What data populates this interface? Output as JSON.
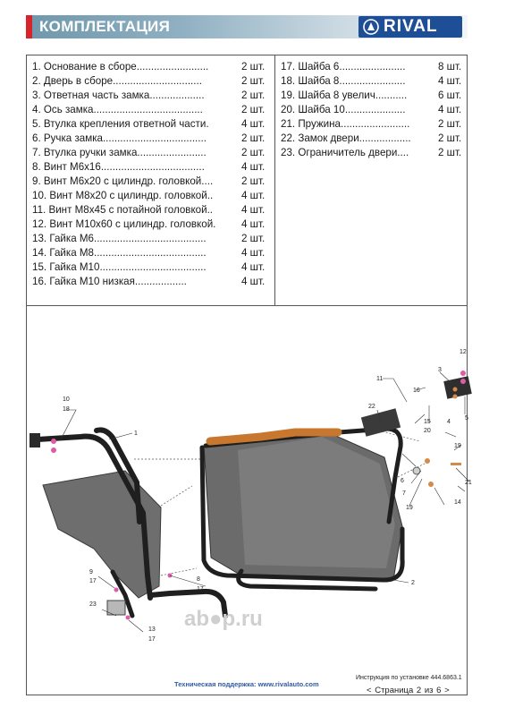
{
  "header": {
    "title": "КОМПЛЕКТАЦИЯ",
    "brand": "RIVAL",
    "accent_color": "#d8232a",
    "brand_color": "#1e4e96"
  },
  "parts_left": [
    {
      "name": "1. Основание в сборе.........................",
      "qty": "2 шт."
    },
    {
      "name": "2. Дверь в сборе...............................",
      "qty": "2 шт."
    },
    {
      "name": "3. Ответная часть замка...................",
      "qty": "2 шт."
    },
    {
      "name": "4. Ось замка......................................",
      "qty": "2 шт."
    },
    {
      "name": "5. Втулка крепления ответной части.",
      "qty": "4 шт."
    },
    {
      "name": "6. Ручка замка....................................",
      "qty": "2 шт."
    },
    {
      "name": "7. Втулка ручки замка........................",
      "qty": "2 шт."
    },
    {
      "name": "8. Винт М6х16....................................",
      "qty": "4 шт."
    },
    {
      "name": "9. Винт М6х20 с цилиндр. головкой....",
      "qty": "2 шт."
    },
    {
      "name": "10. Винт М8х20 с цилиндр. головкой..",
      "qty": "4 шт."
    },
    {
      "name": "11. Винт М8х45 с потайной головкой..",
      "qty": "4 шт."
    },
    {
      "name": "12. Винт М10х60 с цилиндр. головкой.",
      "qty": "4 шт."
    },
    {
      "name": "13. Гайка М6.......................................",
      "qty": "2 шт."
    },
    {
      "name": "14. Гайка М8.......................................",
      "qty": "4 шт."
    },
    {
      "name": "15. Гайка М10.....................................",
      "qty": "4 шт."
    },
    {
      "name": "16. Гайка М10 низкая..................",
      "qty": "4 шт."
    }
  ],
  "parts_right": [
    {
      "name": "17. Шайба 6.......................",
      "qty": "8 шт."
    },
    {
      "name": "18. Шайба 8.......................",
      "qty": "4 шт."
    },
    {
      "name": "19. Шайба 8 увелич...........",
      "qty": "6 шт."
    },
    {
      "name": "20. Шайба 10.....................",
      "qty": "4 шт."
    },
    {
      "name": "21. Пружина........................",
      "qty": "2 шт."
    },
    {
      "name": "22. Замок двери..................",
      "qty": "2 шт."
    },
    {
      "name": "23. Ограничитель двери....",
      "qty": "2 шт."
    }
  ],
  "callouts": {
    "c1": "1",
    "c2": "2",
    "c3": "3",
    "c4": "4",
    "c5": "5",
    "c6": "6",
    "c7": "7",
    "c8": "8",
    "c9": "9",
    "c10": "10",
    "c11": "11",
    "c12": "12",
    "c13": "13",
    "c14": "14",
    "c15": "15",
    "c16": "16",
    "c17a": "17",
    "c17b": "17",
    "c17c": "17",
    "c18": "18",
    "c19a": "19",
    "c19b": "19",
    "c20": "20",
    "c21": "21",
    "c22": "22",
    "c23": "23"
  },
  "watermark": "ab●p.ru",
  "footer": {
    "support": "Техническая поддержка: www.rivalauto.com",
    "instruction": "Инструкция по установке 444.6863.1",
    "page_prev": "<",
    "page_label": "Страница",
    "page_current": "2",
    "page_of": "из",
    "page_total": "6",
    "page_next": ">"
  }
}
